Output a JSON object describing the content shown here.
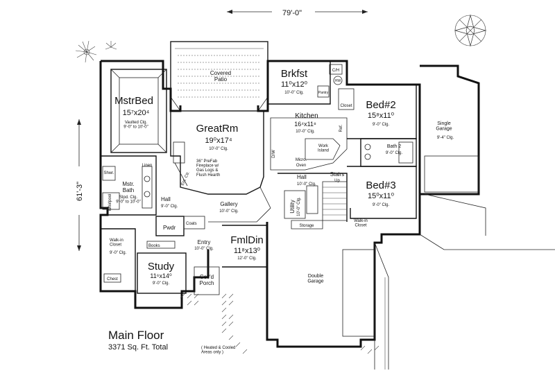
{
  "dimensions": {
    "width_label": "79'-0\"",
    "depth_label": "61'-3\""
  },
  "rooms": {
    "covered_patio": {
      "name": "Covered\nPatio"
    },
    "mstr_bed": {
      "name": "MstrBed",
      "size": "15⁷x20⁴",
      "note": "Vaulted Clg.\n9'-0\" to 10'-0\""
    },
    "great_rm": {
      "name": "GreatRm",
      "size": "19⁰x17⁴",
      "note": "10'-0\" Clg.",
      "fireplace_note": "36\" PreFab\nFireplace w/\nGas Logs &\nFlush Hearth"
    },
    "brkfst": {
      "name": "Brkfst",
      "size": "11⁰x12⁰",
      "note": "10'-0\" Clg."
    },
    "kitchen": {
      "name": "Kitchen",
      "size": "16⁴x11⁸",
      "note": "10'-0\" Clg.",
      "island": "Work\nIsland"
    },
    "bed2": {
      "name": "Bed#2",
      "size": "15⁸x11⁰",
      "note": "9'-0\" Clg."
    },
    "bed3": {
      "name": "Bed#3",
      "size": "15⁰x11⁰",
      "note": "9'-0\" Clg."
    },
    "single_garage": {
      "name": "Single\nGarage",
      "note": "9'-4\" Clg."
    },
    "bath2": {
      "name": "Bath 2",
      "note": "9'-0\" Clg."
    },
    "mstr_bath": {
      "name": "Mstr.\nBath",
      "note": "Slpd. Clg.\n9'-0\" to 10'-0\""
    },
    "hall_left": {
      "name": "Hall",
      "note": "9'-0\" Clg."
    },
    "hall_right": {
      "name": "Hall",
      "note": "10'-0\" Clg."
    },
    "gallery": {
      "name": "Gallery",
      "note": "10'-0\" Clg."
    },
    "entry": {
      "name": "Entry",
      "note": "10'-0\" Clg."
    },
    "fml_din": {
      "name": "FmlDin",
      "size": "11⁸x13⁰",
      "note": "12'-0\" Clg."
    },
    "study": {
      "name": "Study",
      "size": "11⁶x14⁰",
      "note": "9'-0\" Clg."
    },
    "covd_porch": {
      "name": "Cov'd\nPorch"
    },
    "double_garage": {
      "name": "Double\nGarage"
    },
    "walkin_closet_left": {
      "name": "Walk-in\nCloset",
      "note": "9'-0\" Clg."
    },
    "walkin_closet_right": {
      "name": "Walk-in\nCloset"
    },
    "utility": {
      "name": "Utility",
      "note": "10'-0\" Clg."
    },
    "stairs": {
      "name": "Stairs",
      "direction": "Up"
    },
    "pwdr": {
      "name": "Pwdr"
    },
    "coats": {
      "name": "Coats"
    },
    "books": {
      "name": "Books"
    },
    "storage": {
      "name": "Storage"
    },
    "chest": {
      "name": "Chest"
    },
    "closet": {
      "name": "Closet"
    },
    "pantry": {
      "name": "Pantry"
    },
    "linen": {
      "name": "Linen"
    },
    "shwr": {
      "name": "Shwr."
    },
    "whirlpool": {
      "name": "Whirlpool"
    },
    "ch": {
      "name": "C/H"
    },
    "hw": {
      "name": "HW"
    },
    "ref": {
      "name": "Ref."
    },
    "oven": {
      "name": "Oven"
    },
    "dw": {
      "name": "D/W"
    },
    "micro": {
      "name": "Micro."
    },
    "ent_ctr": {
      "name": "Ent. Ctr."
    }
  },
  "footer": {
    "title": "Main Floor",
    "total": "3371 Sq. Ft. Total",
    "note": "( Heated & Cooled\nAreas only )"
  }
}
